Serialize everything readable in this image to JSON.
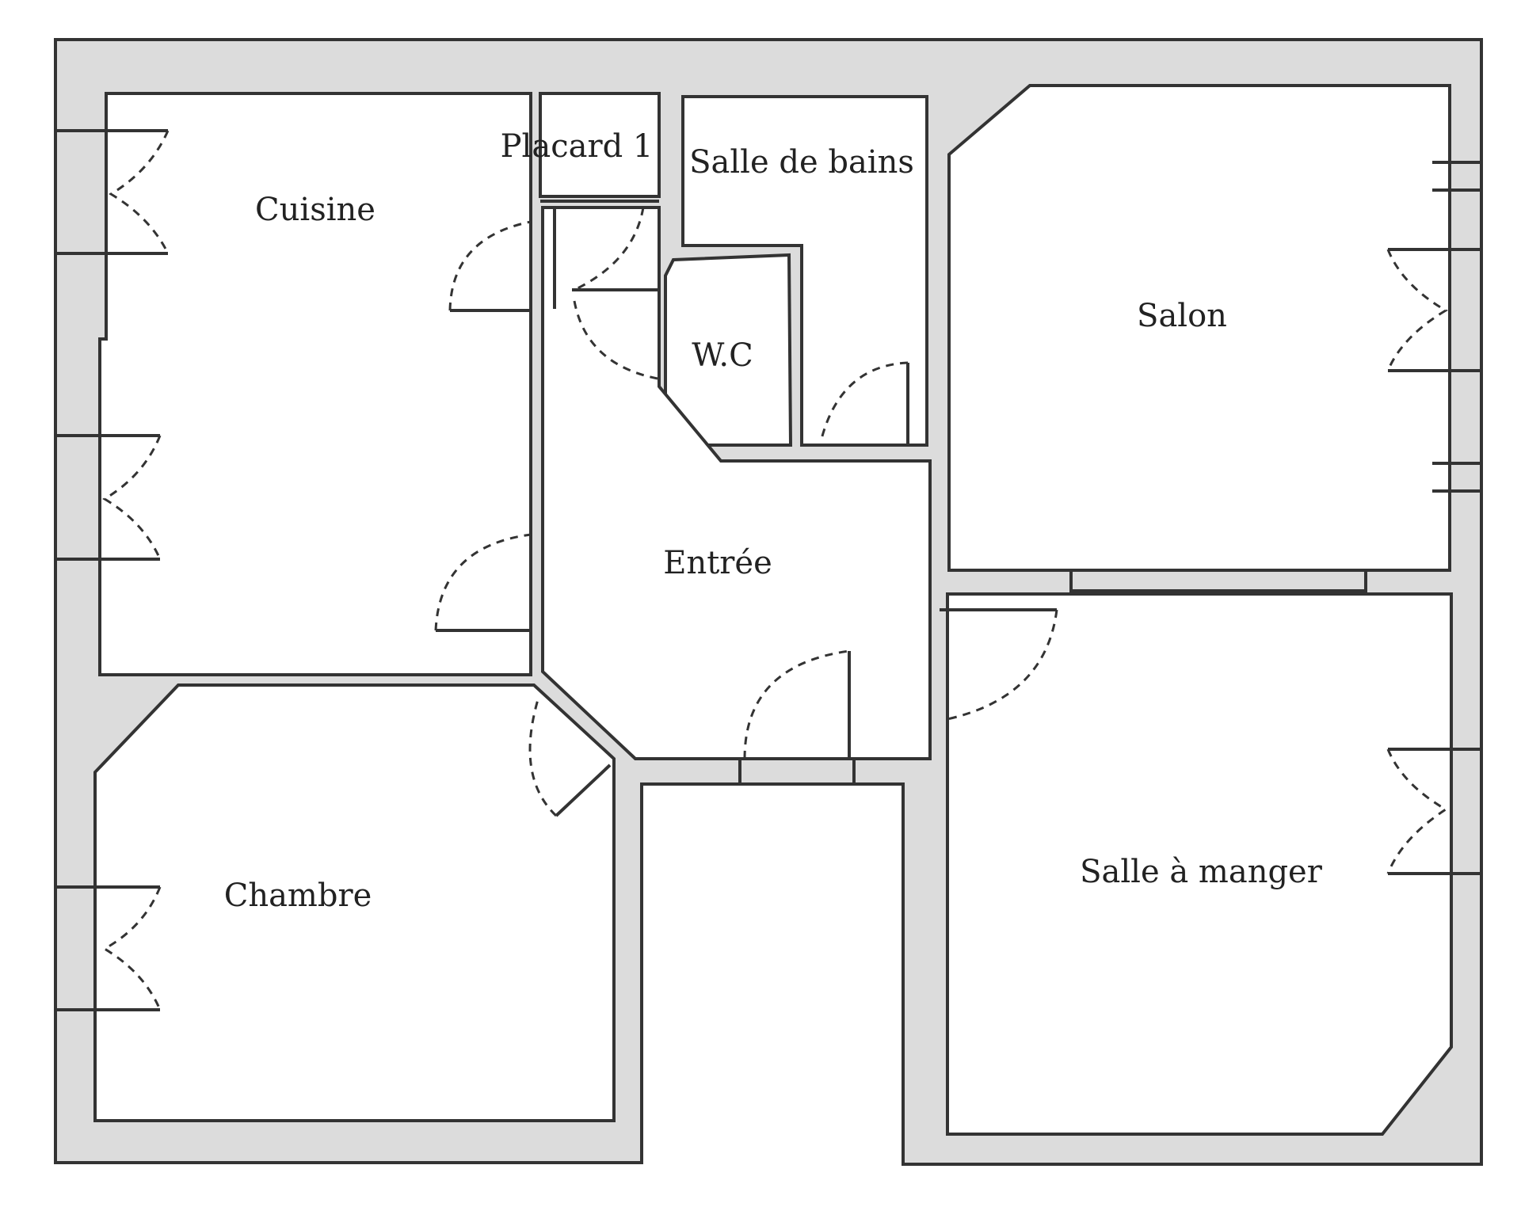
{
  "plan": {
    "rooms": {
      "cuisine": "Cuisine",
      "placard": "Placard 1",
      "salle_de_bains": "Salle de bains",
      "wc": "W.C",
      "salon": "Salon",
      "entree": "Entrée",
      "chambre": "Chambre",
      "salle_a_manger": "Salle à manger"
    }
  }
}
